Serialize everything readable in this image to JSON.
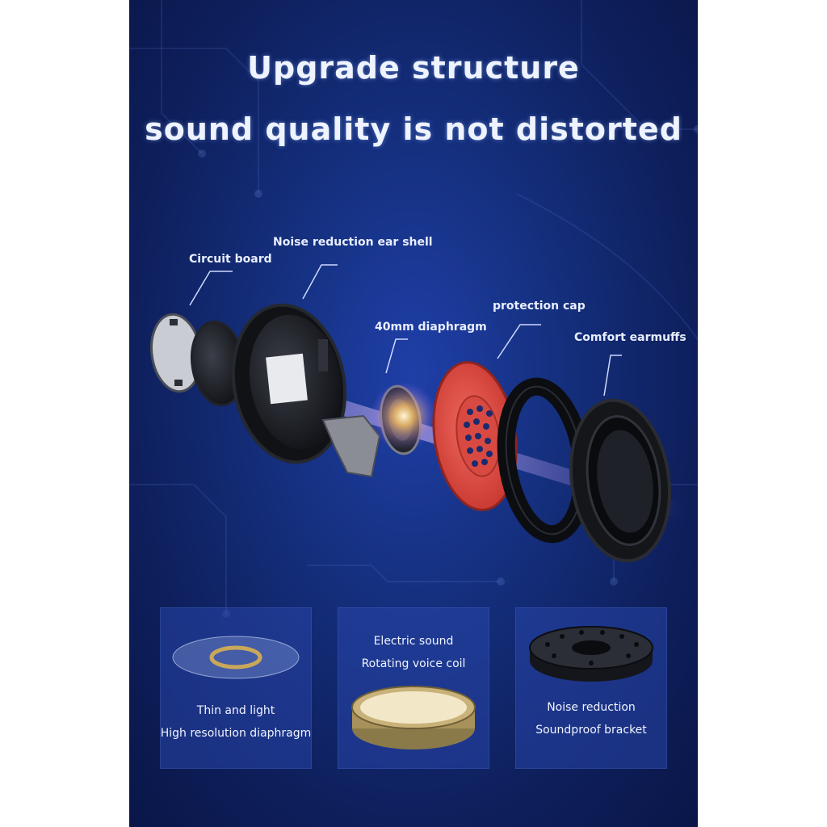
{
  "headline": {
    "line1": "Upgrade structure",
    "line2": "sound quality is not distorted"
  },
  "callouts": {
    "circuit_board": "Circuit board",
    "ear_shell": "Noise reduction ear shell",
    "diaphragm": "40mm diaphragm",
    "protection_cap": "protection cap",
    "earmuffs": "Comfort earmuffs"
  },
  "features": [
    {
      "line1": "Thin and light",
      "line2": "High resolution diaphragm"
    },
    {
      "line1": "Electric sound",
      "line2": "Rotating voice coil"
    },
    {
      "line1": "Noise reduction",
      "line2": "Soundproof bracket"
    }
  ],
  "colors": {
    "background": "#15307f",
    "protection_cap": "#e0463f",
    "text": "#eef3ff"
  }
}
